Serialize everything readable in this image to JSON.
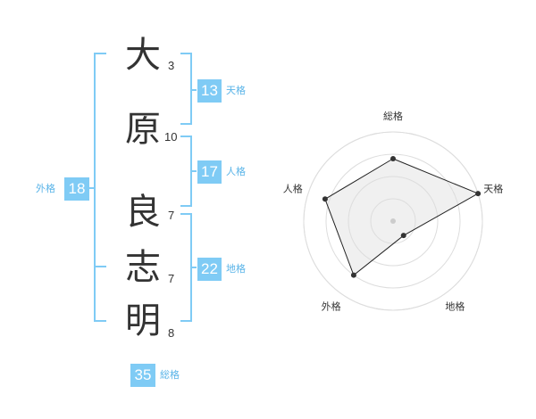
{
  "name": {
    "characters": [
      {
        "char": "大",
        "strokes": "3"
      },
      {
        "char": "原",
        "strokes": "10"
      },
      {
        "char": "良",
        "strokes": "7"
      },
      {
        "char": "志",
        "strokes": "7"
      },
      {
        "char": "明",
        "strokes": "8"
      }
    ]
  },
  "fortune": {
    "tenkaku": {
      "value": "13",
      "label": "天格"
    },
    "jinkaku": {
      "value": "17",
      "label": "人格"
    },
    "chikaku": {
      "value": "22",
      "label": "地格"
    },
    "gaikaku": {
      "value": "18",
      "label": "外格"
    },
    "soukaku": {
      "value": "35",
      "label": "総格"
    }
  },
  "colors": {
    "accent": "#7fcbf5",
    "bracket": "#7fcbf5",
    "label_text": "#5ab4e8",
    "radar_fill": "#f0f0f0",
    "radar_stroke": "#222222"
  },
  "chart_data": {
    "type": "radar",
    "axes": [
      "総格",
      "天格",
      "地格",
      "外格",
      "人格"
    ],
    "values": [
      0.7,
      1.0,
      0.2,
      0.75,
      0.8
    ],
    "rmax": 1.0,
    "rings": 4
  }
}
